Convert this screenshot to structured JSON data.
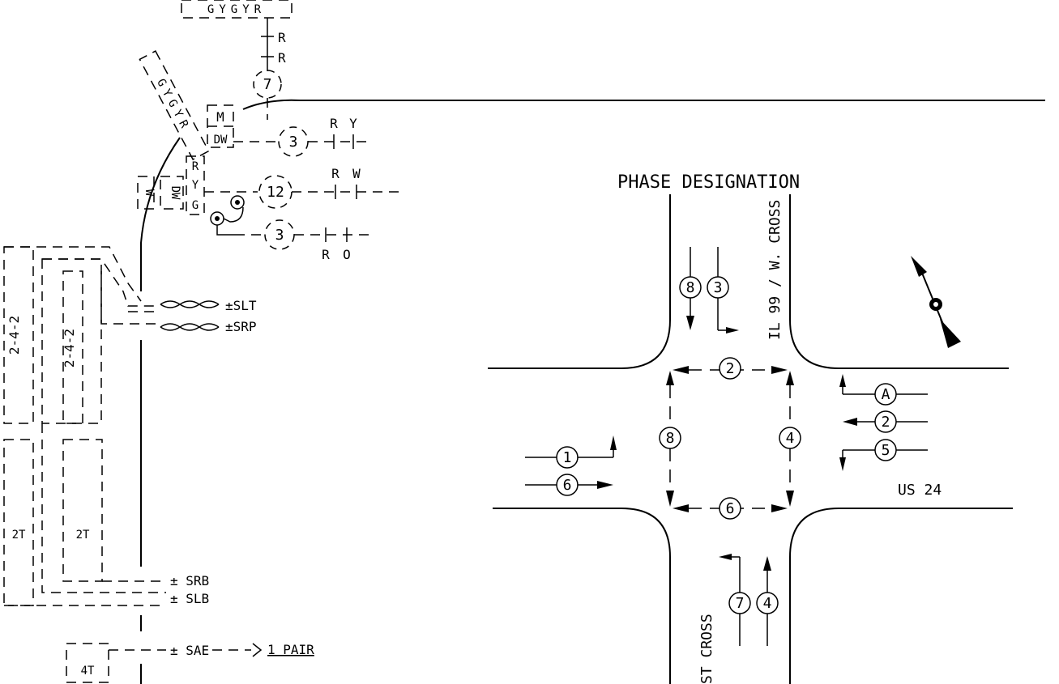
{
  "phase_title": "PHASE DESIGNATION",
  "streets": {
    "north": "IL 99 / W. CROSS",
    "south": "ST CROSS",
    "east": "US 24"
  },
  "phase_circles": {
    "sb_left": "8",
    "sb_right": "3",
    "nb_left": "7",
    "nb_right": "4",
    "ped_north": "2",
    "ped_south": "6",
    "ped_west": "8",
    "ped_east": "4",
    "wb_a": "A",
    "wb_2": "2",
    "wb_5": "5",
    "eb_1": "1",
    "eb_6": "6"
  },
  "wiring": {
    "cables": {
      "slt": "±SLT",
      "srp": "±SRP",
      "srb": "± SRB",
      "slb": "± SLB",
      "sae": "± SAE",
      "pair": "1 PAIR"
    },
    "boxes": {
      "b1": "2-4-2",
      "b2": "2-4-2",
      "b3": "2T",
      "b4": "2T",
      "b5": "4T"
    },
    "conductors": {
      "c7": "7",
      "c3a": "3",
      "c12": "12",
      "c3b": "3"
    },
    "colors": {
      "r1": "R",
      "r2": "R",
      "ry_r": "R",
      "ry_y": "Y",
      "rw_r": "R",
      "rw_w": "W",
      "ro_r": "R",
      "ro_o": "O"
    },
    "signal_labels": {
      "top_stack": "GYGYR",
      "diag_stack": "GYGYR",
      "m": "M",
      "dw1": "DW",
      "r": "R",
      "y": "Y",
      "g": "G",
      "w": "W",
      "dw2": "DW"
    }
  }
}
